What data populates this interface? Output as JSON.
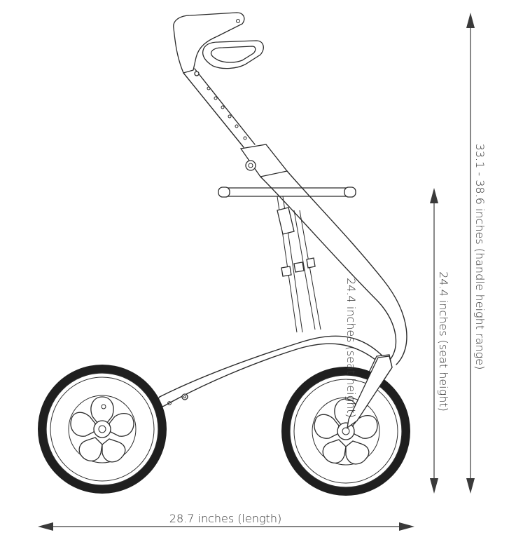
{
  "dimensions": {
    "length_label": "28.7 inches (length)",
    "seat_height_label": "24.4 inches  (seat height)",
    "seat_height_label_overlay": "24.4 inches  (seat height)",
    "handle_height_label": "33.1 - 38.6 inches  (handle height range)"
  },
  "colors": {
    "line": "#2b2b2b",
    "tire": "#1f1f1f",
    "background": "#ffffff"
  }
}
